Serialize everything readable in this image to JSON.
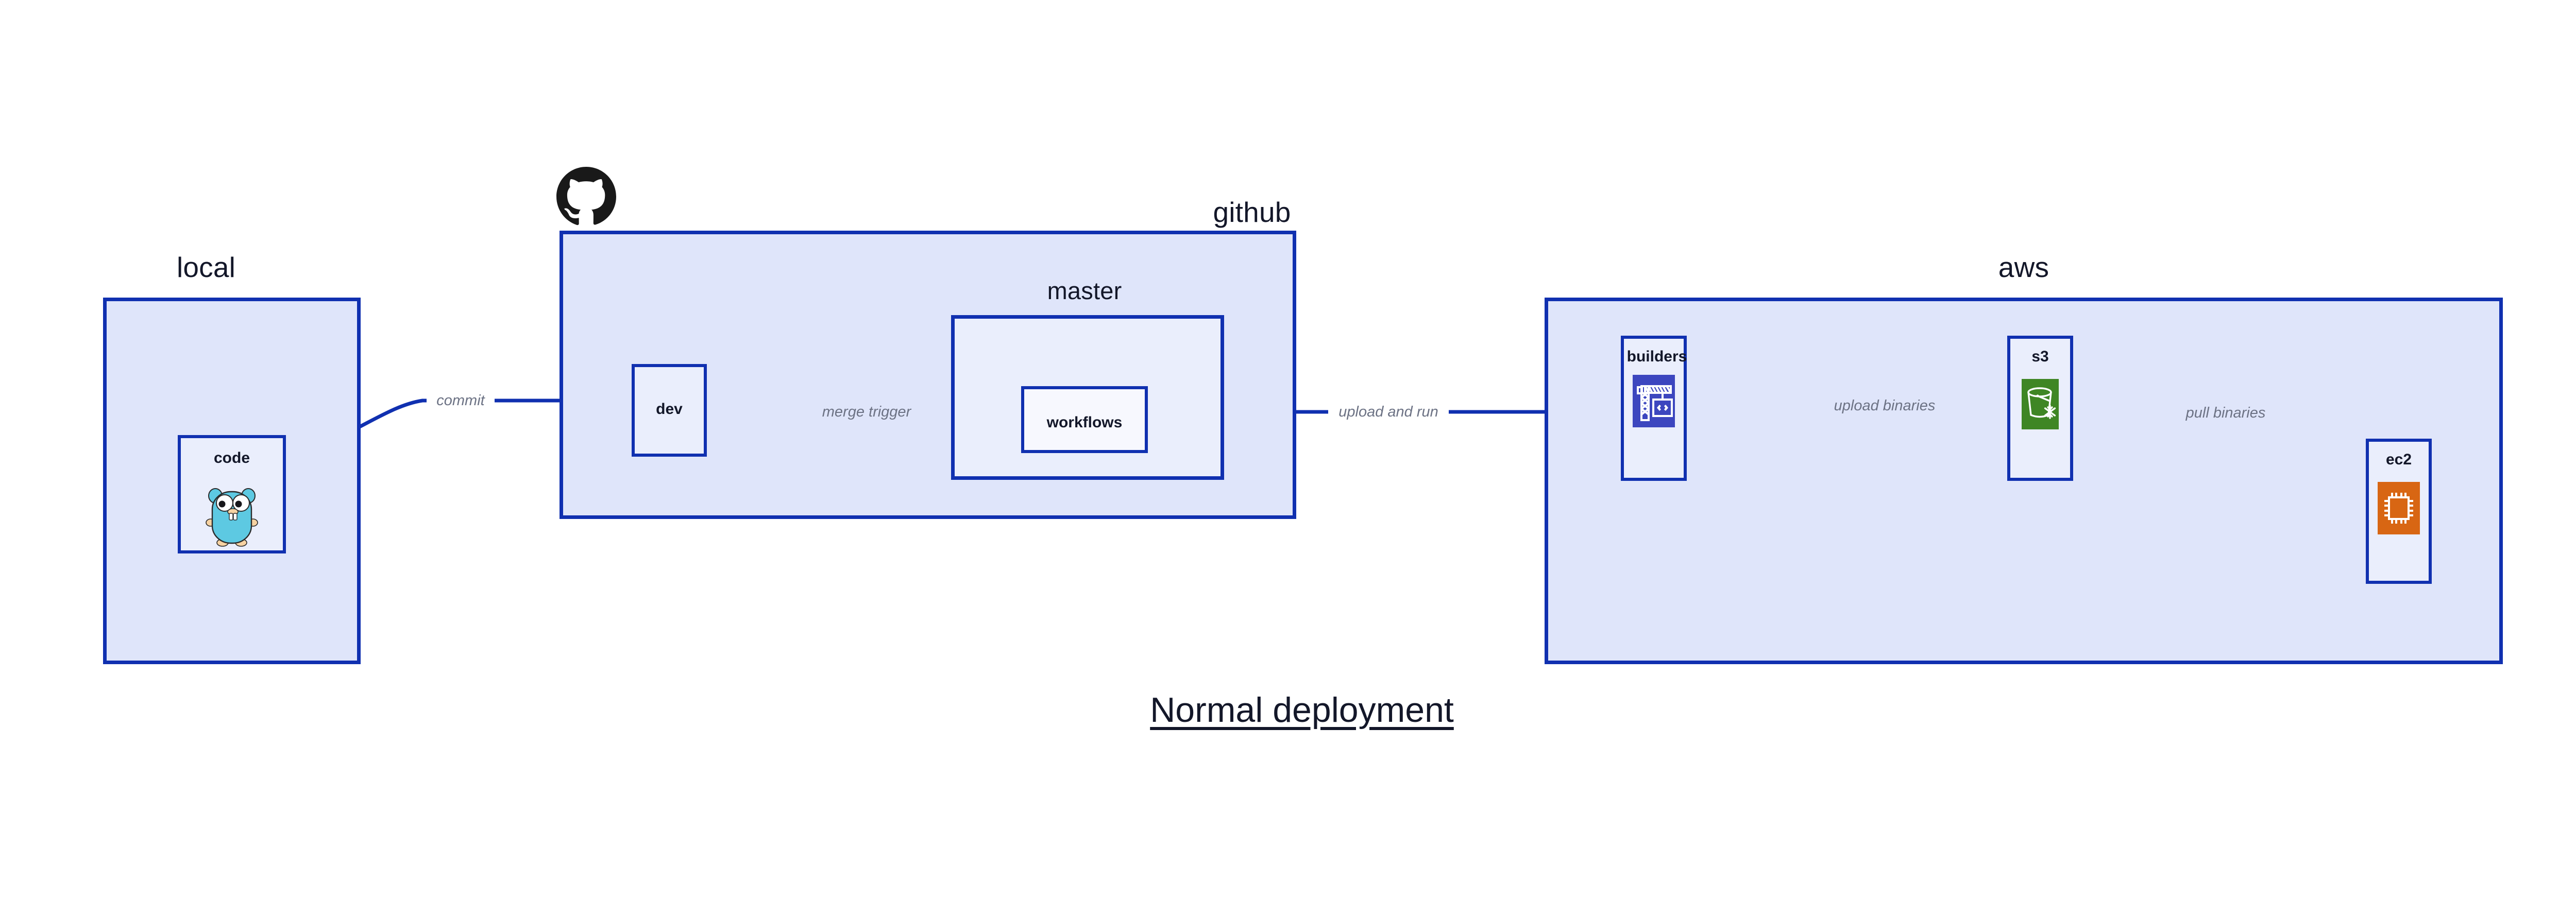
{
  "diagram": {
    "title": "Normal deployment",
    "background": "#ffffff",
    "accent_border": "#1030b0",
    "group_fill": "#dfe5fa",
    "node_fill": "#eaeefc",
    "label_color": "#131729",
    "edge_label_color": "#6c7284"
  },
  "groups": [
    {
      "id": "local",
      "label": "local"
    },
    {
      "id": "github",
      "label": "github"
    },
    {
      "id": "master",
      "label": "master"
    },
    {
      "id": "aws",
      "label": "aws"
    }
  ],
  "nodes": [
    {
      "id": "code",
      "label": "code",
      "icon": "go-gopher-icon",
      "group": "local"
    },
    {
      "id": "dev",
      "label": "dev",
      "icon": null,
      "group": "github"
    },
    {
      "id": "workflows",
      "label": "workflows",
      "icon": null,
      "group": "master"
    },
    {
      "id": "builders",
      "label": "builders",
      "icon": "aws-codebuild-icon",
      "group": "aws"
    },
    {
      "id": "s3",
      "label": "s3",
      "icon": "aws-s3-glacier-icon",
      "group": "aws"
    },
    {
      "id": "ec2",
      "label": "ec2",
      "icon": "aws-ec2-icon",
      "group": "aws"
    }
  ],
  "edges": [
    {
      "id": "commit",
      "from": "code",
      "to": "dev",
      "label": "commit"
    },
    {
      "id": "merge-trigger",
      "from": "dev",
      "to": "workflows",
      "label": "merge trigger"
    },
    {
      "id": "upload-and-run",
      "from": "workflows",
      "to": "builders",
      "label": "upload and run"
    },
    {
      "id": "upload-binaries",
      "from": "builders",
      "to": "s3",
      "label": "upload binaries"
    },
    {
      "id": "pull-binaries",
      "from": "s3",
      "to": "ec2",
      "label": "pull binaries"
    }
  ],
  "logos": [
    {
      "id": "github-logo",
      "name": "github-octocat-icon",
      "color": "#191919"
    }
  ],
  "icon_colors": {
    "codebuild_bg": "#3c46bf",
    "s3_bg": "#3f8624",
    "ec2_bg": "#d86613",
    "gopher_body": "#5dc9e2",
    "gopher_foot": "#f6d2a2"
  }
}
